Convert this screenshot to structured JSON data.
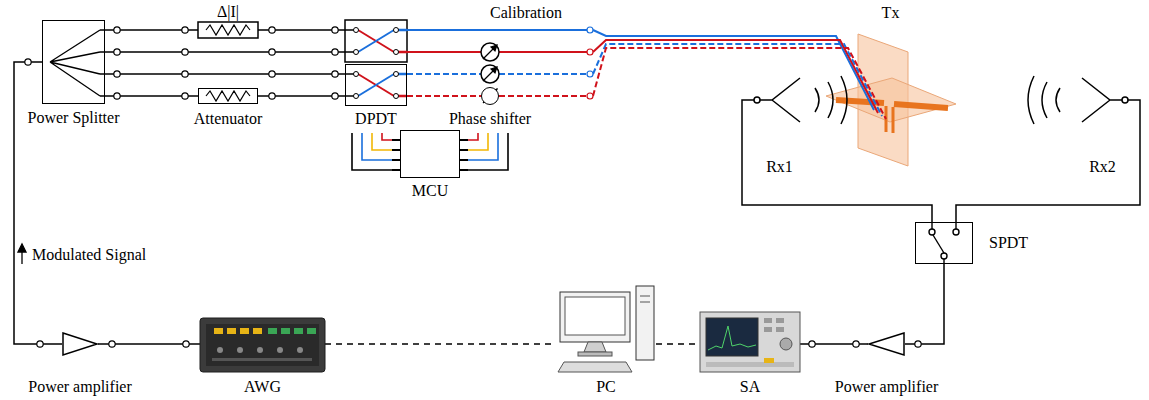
{
  "diagram": {
    "nodes": [
      {
        "text": [
          "Power Splitter"
        ]
      },
      {
        "text": [
          "Δ|I|"
        ]
      },
      {
        "text": [
          "Attenuator"
        ]
      },
      {
        "text": [
          "DPDT"
        ]
      },
      {
        "text": [
          "Phase shifter"
        ]
      },
      {
        "text": [
          "MCU"
        ]
      },
      {
        "text": [
          "Tx"
        ]
      },
      {
        "text": [
          "Rx1"
        ]
      },
      {
        "text": [
          "Rx2"
        ]
      },
      {
        "text": [
          "SPDT"
        ]
      },
      {
        "text": [
          "Power amplifier"
        ]
      },
      {
        "text": [
          "AWG"
        ]
      },
      {
        "text": [
          "PC"
        ]
      },
      {
        "text": [
          "SA"
        ]
      },
      {
        "text": [
          "Power amplifier"
        ]
      }
    ],
    "edges": [
      {
        "from": 10,
        "to": 0,
        "arrow": "none"
      },
      {
        "from": 11,
        "to": 10,
        "arrow": "none"
      },
      {
        "from": 11,
        "to": 12,
        "arrow": "none"
      },
      {
        "from": 12,
        "to": 13,
        "arrow": "none"
      },
      {
        "from": 14,
        "to": 13,
        "arrow": "none"
      },
      {
        "from": 9,
        "to": 14,
        "arrow": "none"
      },
      {
        "from": 7,
        "to": 9,
        "arrow": "none"
      },
      {
        "from": 8,
        "to": 9,
        "arrow": "none"
      },
      {
        "from": 0,
        "to": 1,
        "arrow": "none"
      },
      {
        "from": 0,
        "to": 3,
        "arrow": "none"
      },
      {
        "from": 0,
        "to": 2,
        "arrow": "none"
      },
      {
        "from": 2,
        "to": 3,
        "arrow": "none"
      },
      {
        "from": 3,
        "to": 4,
        "arrow": "none"
      }
    ],
    "labels": [
      "Calibration",
      "Modulated Signal"
    ]
  }
}
